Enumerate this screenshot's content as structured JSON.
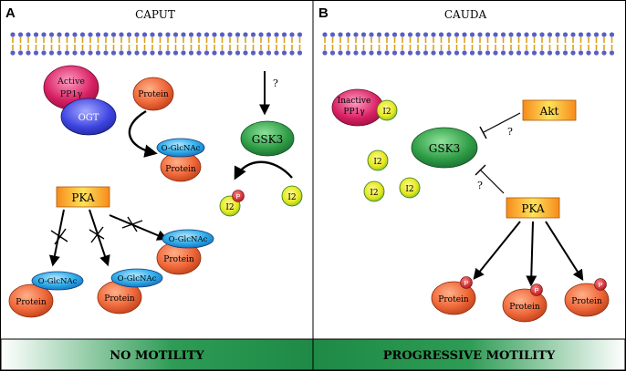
{
  "panel_a": {
    "letter": "A",
    "title": "CAPUT",
    "nodes": {
      "active_pp1": "Active PP1γ",
      "ogt": "OGT",
      "protein_top": "Protein",
      "protein_glc": "Protein",
      "olcnac_top": "O-GlcNAc",
      "gsk3": "GSK3",
      "question": "?",
      "i2": "I2",
      "i2p": "I2",
      "phospho": "P",
      "pka": "PKA",
      "protein_b1": "Protein",
      "protein_b2": "Protein",
      "protein_b3": "Protein",
      "olcnac_b1": "O-GlcNAc",
      "olcnac_b2": "O-GlcNAc",
      "olcnac_b3": "O-GlcNAc"
    },
    "status": "NO MOTILITY"
  },
  "panel_b": {
    "letter": "B",
    "title": "CAUDA",
    "nodes": {
      "inactive_pp1": "Inactive PP1γ",
      "i2_bound": "I2",
      "akt": "Akt",
      "gsk3": "GSK3",
      "q_akt": "?",
      "q_pka": "?",
      "i2_a": "I2",
      "i2_b": "I2",
      "i2_c": "I2",
      "pka": "PKA",
      "protein_1": "Protein",
      "protein_2": "Protein",
      "protein_3": "Protein",
      "p1": "P",
      "p2": "P",
      "p3": "P"
    },
    "status": "PROGRESSIVE MOTILITY"
  },
  "colors": {
    "protein": "#f06a3c",
    "olcnac": "#29a9e8",
    "gsk3": "#2e9c45",
    "pka": "#f7a21b",
    "i2": "#e8e61c",
    "phospho": "#d91f26",
    "active_pp1": "#d81f63",
    "ogt": "#3d44e0",
    "status_bar": "#1e8a45",
    "lipid_head": "#5a5fc0"
  }
}
